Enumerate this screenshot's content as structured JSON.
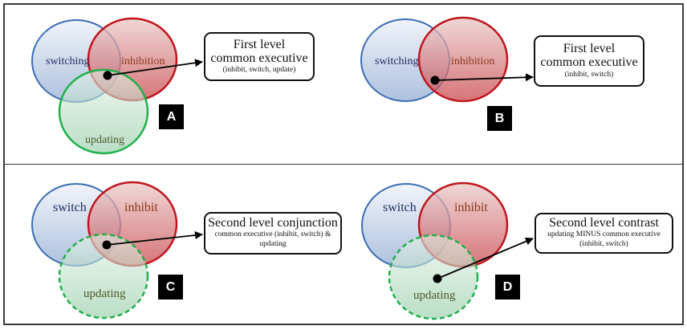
{
  "colors": {
    "switch_stroke": "#3a6db5",
    "inhibit_stroke": "#c0161c",
    "update_stroke": "#1fb04a",
    "switch_text": "#1e2a5e",
    "inhibit_text": "#8a3b18",
    "update_text": "#4d5a28",
    "arrow": "#000000",
    "letter_bg": "#000000",
    "letter_fg": "#ffffff"
  },
  "panels": [
    {
      "id": "A",
      "letter": "A",
      "circles": {
        "switch": "switching",
        "inhibit": "inhibition",
        "update": "updating"
      },
      "update_style": "solid",
      "callout": {
        "title": "First level",
        "subtitle": "common executive",
        "note": "(inhibit, switch, update)"
      }
    },
    {
      "id": "B",
      "letter": "B",
      "circles": {
        "switch": "switching",
        "inhibit": "inhibition"
      },
      "callout": {
        "title": "First level",
        "subtitle": "common executive",
        "note": "(inhibit, switch)"
      }
    },
    {
      "id": "C",
      "letter": "C",
      "circles": {
        "switch": "switch",
        "inhibit": "inhibit",
        "update": "updating"
      },
      "update_style": "dashed",
      "callout": {
        "title": "Second level conjunction",
        "note_line1": "common executive (inhibit, switch) &",
        "note_line2": "updating"
      }
    },
    {
      "id": "D",
      "letter": "D",
      "circles": {
        "switch": "switch",
        "inhibit": "inhibit",
        "update": "updating"
      },
      "update_style": "dashed",
      "callout": {
        "title": "Second level contrast",
        "note_line1": "updating MINUS common executive",
        "note_line2": "(inhibit, switch)"
      }
    }
  ]
}
